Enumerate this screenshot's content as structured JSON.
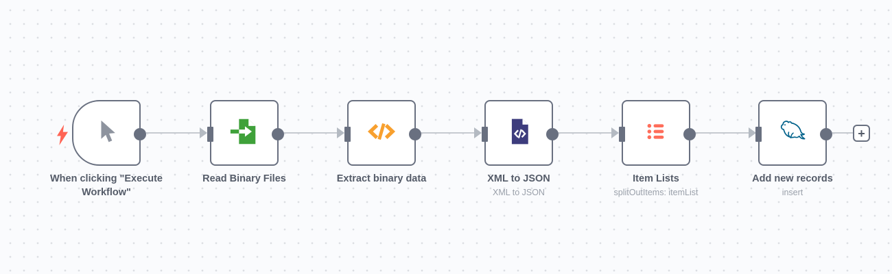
{
  "colors": {
    "bg": "#fafbfd",
    "dot": "#dcdee3",
    "node_border": "#697080",
    "port": "#697080",
    "line": "#c6cad0",
    "arrow": "#b4bac2",
    "title": "#545b68",
    "subtitle": "#9aa0aa",
    "green": "#3fa13a",
    "orange": "#f8a02e",
    "navy": "#3d3c7d",
    "coral": "#ff6d5a",
    "teal": "#00618a",
    "bolt": "#ff6455",
    "pointer": "#8d939e"
  },
  "workflow": {
    "nodes": [
      {
        "title": "When clicking \"Execute Workflow\"",
        "subtitle": "",
        "type": "manual-trigger"
      },
      {
        "title": "Read Binary Files",
        "subtitle": ""
      },
      {
        "title": "Extract binary data",
        "subtitle": ""
      },
      {
        "title": "XML to JSON",
        "subtitle": "XML to JSON"
      },
      {
        "title": "Item Lists",
        "subtitle": "splitOutItems: itemList"
      },
      {
        "title": "Add new records",
        "subtitle": "insert"
      }
    ],
    "connections": [
      {
        "from": "When clicking \"Execute Workflow\"",
        "to": "Read Binary Files"
      },
      {
        "from": "Read Binary Files",
        "to": "Extract binary data"
      },
      {
        "from": "Extract binary data",
        "to": "XML to JSON"
      },
      {
        "from": "XML to JSON",
        "to": "Item Lists"
      },
      {
        "from": "Item Lists",
        "to": "Add new records"
      }
    ],
    "add_button_label": "+"
  }
}
